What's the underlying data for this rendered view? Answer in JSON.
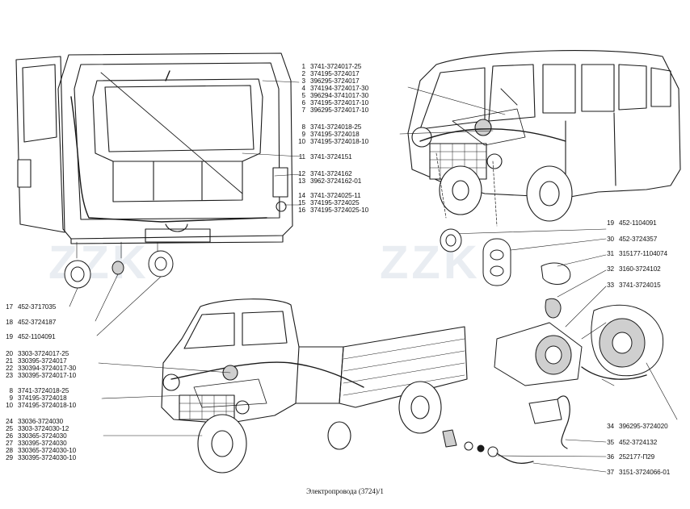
{
  "caption": "Электропровода  (3724)/1",
  "watermark": "ZZK",
  "colors": {
    "line": "#1a1a1a",
    "fill": "#ffffff",
    "shade": "#cfcfcf",
    "watermark": "#e9edf2"
  },
  "labels": [
    {
      "num": "1",
      "part": "3741-3724017-25"
    },
    {
      "num": "2",
      "part": "374195-3724017"
    },
    {
      "num": "3",
      "part": "396295-3724017"
    },
    {
      "num": "4",
      "part": "374194-3724017-30"
    },
    {
      "num": "5",
      "part": "396294-3741017-30"
    },
    {
      "num": "6",
      "part": "374195-3724017-10"
    },
    {
      "num": "7",
      "part": "396295-3724017-10"
    },
    {
      "num": "8",
      "part": "3741-3724018-25"
    },
    {
      "num": "9",
      "part": "374195-3724018"
    },
    {
      "num": "10",
      "part": "374195-3724018-10"
    },
    {
      "num": "11",
      "part": "3741-3724151"
    },
    {
      "num": "12",
      "part": "3741-3724162"
    },
    {
      "num": "13",
      "part": "3962-3724162-01"
    },
    {
      "num": "14",
      "part": "3741-3724025-11"
    },
    {
      "num": "15",
      "part": "374195-3724025"
    },
    {
      "num": "16",
      "part": "374195-3724025-10"
    },
    {
      "num": "19",
      "part": "452-1104091"
    },
    {
      "num": "30",
      "part": "452-3724357"
    },
    {
      "num": "31",
      "part": "315177-1104074"
    },
    {
      "num": "32",
      "part": "3160-3724102"
    },
    {
      "num": "33",
      "part": "3741-3724015"
    },
    {
      "num": "17",
      "part": "452-3717035"
    },
    {
      "num": "18",
      "part": "452-3724187"
    },
    {
      "num": "19",
      "part": "452-1104091"
    },
    {
      "num": "20",
      "part": "3303-3724017-25"
    },
    {
      "num": "21",
      "part": "330395-3724017"
    },
    {
      "num": "22",
      "part": "330394-3724017-30"
    },
    {
      "num": "23",
      "part": "330395-3724017-10"
    },
    {
      "num": "8",
      "part": "3741-3724018-25"
    },
    {
      "num": "9",
      "part": "374195-3724018"
    },
    {
      "num": "10",
      "part": "374195-3724018-10"
    },
    {
      "num": "24",
      "part": "33036-3724030"
    },
    {
      "num": "25",
      "part": "3303-3724030-12"
    },
    {
      "num": "26",
      "part": "330365-3724030"
    },
    {
      "num": "27",
      "part": "330395-3724030"
    },
    {
      "num": "28",
      "part": "330365-3724030-10"
    },
    {
      "num": "29",
      "part": "330395-3724030-10"
    },
    {
      "num": "34",
      "part": "396295-3724020"
    },
    {
      "num": "35",
      "part": "452-3724132"
    },
    {
      "num": "36",
      "part": "252177-П29"
    },
    {
      "num": "37",
      "part": "3151-3724066-01"
    }
  ]
}
